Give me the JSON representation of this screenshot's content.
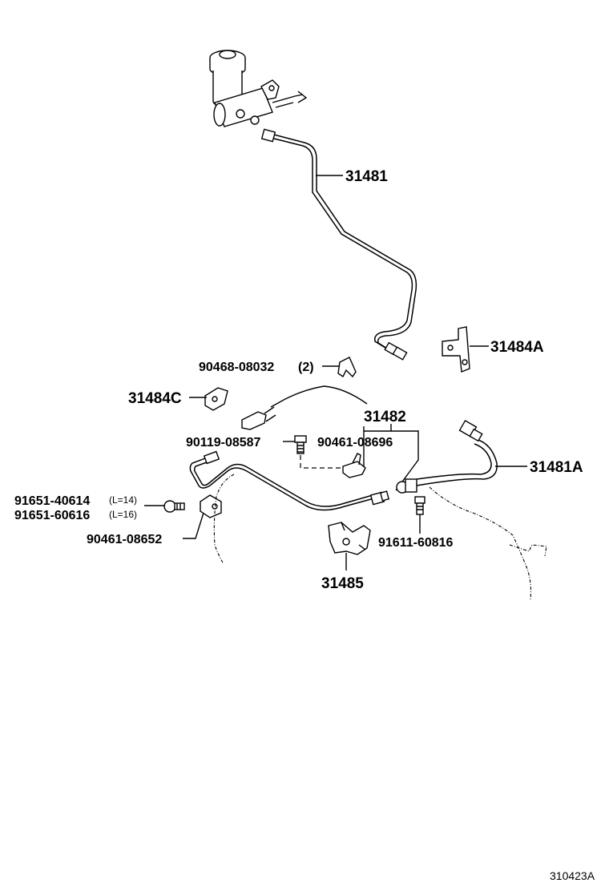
{
  "diagram": {
    "labels": {
      "p31481": "31481",
      "p31484A": "31484A",
      "p90468": "90468-08032",
      "p90468_qty": "(2)",
      "p31484C": "31484C",
      "p31482": "31482",
      "p90119": "90119-08587",
      "p90461_08696": "90461-08696",
      "p31481A": "31481A",
      "p91651_40614": "91651-40614",
      "p91651_40614_len": "(L=14)",
      "p91651_60616": "91651-60616",
      "p91651_60616_len": "(L=16)",
      "p90461_08652": "90461-08652",
      "p91611": "91611-60816",
      "p31485": "31485"
    },
    "figure_code": "310423A"
  }
}
